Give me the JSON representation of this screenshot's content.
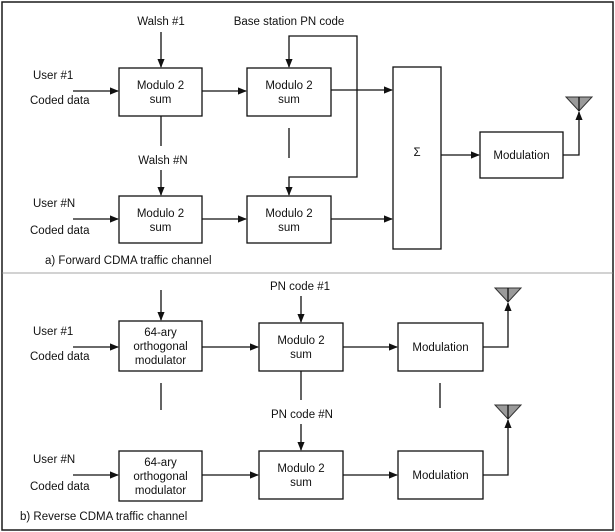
{
  "forward": {
    "walsh1": "Walsh #1",
    "pn": "Base station PN code",
    "walshN": "Walsh #N",
    "user1": "User #1",
    "userN": "User #N",
    "coded": "Coded data",
    "mod2_l1": "Modulo 2",
    "mod2_l2": "sum",
    "sigma": "Σ",
    "modulation": "Modulation",
    "caption": "a) Forward CDMA traffic channel"
  },
  "reverse": {
    "user1": "User #1",
    "userN": "User #N",
    "coded": "Coded data",
    "orth_l1": "64-ary",
    "orth_l2": "orthogonal",
    "orth_l3": "modulator",
    "pn1": "PN code #1",
    "pnN": "PN code #N",
    "mod2_l1": "Modulo 2",
    "mod2_l2": "sum",
    "modulation": "Modulation",
    "caption": "b) Reverse CDMA traffic channel"
  }
}
